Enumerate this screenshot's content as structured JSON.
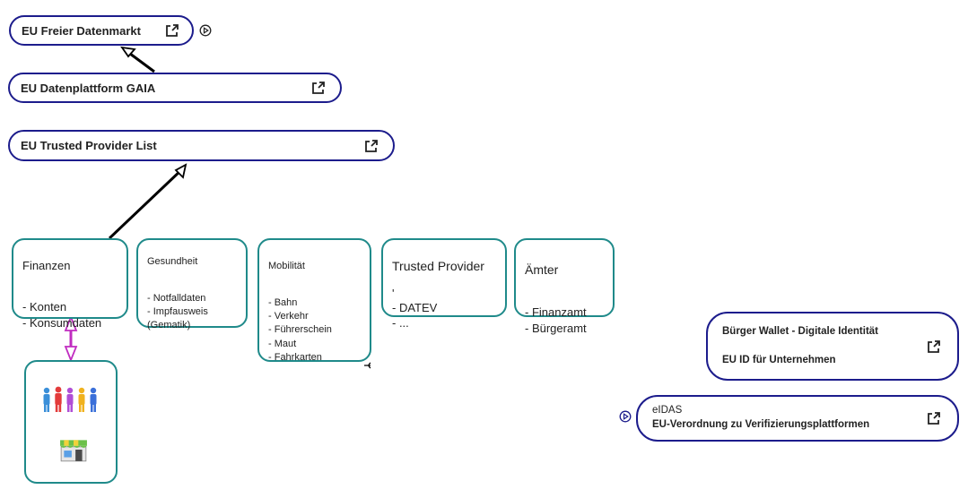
{
  "nodes": {
    "freier": {
      "label": "EU Freier Datenmarkt"
    },
    "gaia": {
      "label": "EU Datenplattform GAIA"
    },
    "trusted_list": {
      "label": "EU Trusted Provider List"
    },
    "wallet": {
      "line1": "Bürger Wallet - Digitale Identität",
      "line2": "EU ID für Unternehmen"
    },
    "eidas": {
      "line1": "eIDAS",
      "line2": "EU-Verordnung zu Verifizierungsplattformen"
    }
  },
  "cards": {
    "finanzen": {
      "title": "Finanzen",
      "body": "- Konten\n- Konsumdaten"
    },
    "gesundheit": {
      "title": "Gesundheit",
      "body": "- Notfalldaten\n- Impfausweis\n(Gematik)"
    },
    "mobilitaet": {
      "title": "Mobilität",
      "body": "- Bahn\n- Verkehr\n- Führerschein\n- Maut\n- Fahrkarten"
    },
    "trusted_provider": {
      "title": "Trusted Provider",
      "body": "'\n- DATEV\n- ..."
    },
    "aemter": {
      "title": "Ämter",
      "body": "- Finanzamt\n- Bürgeramt"
    }
  },
  "colors": {
    "pill_border": "#1c1c8c",
    "card_border": "#1f8a8a",
    "link_arrow": "#c02cc0"
  },
  "icons": [
    "external-link-icon",
    "play-circle-icon",
    "people-icon",
    "shop-icon"
  ]
}
